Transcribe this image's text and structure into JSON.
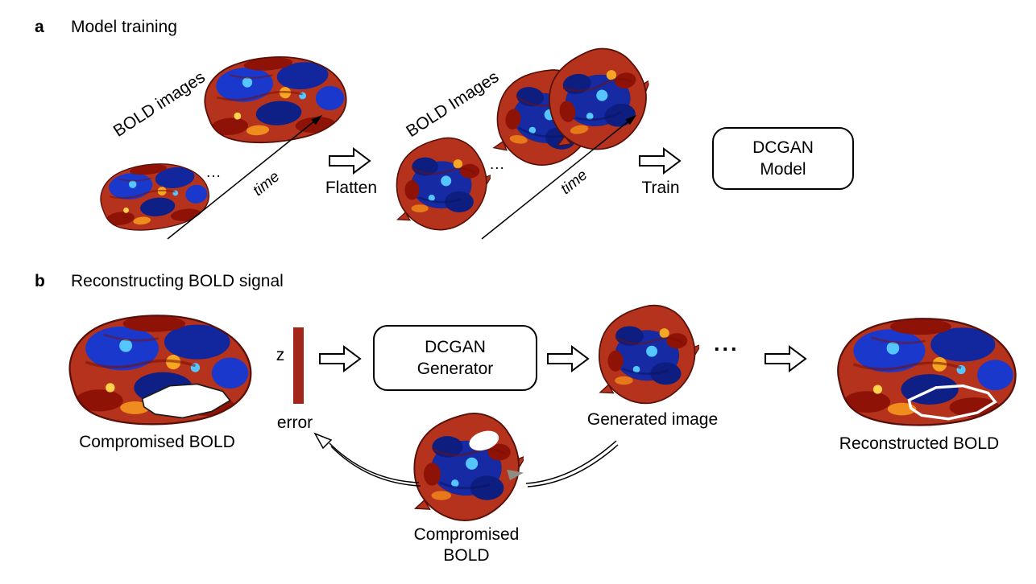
{
  "colors": {
    "z_bar": "#A3261A",
    "background": "#ffffff",
    "brain_red": "#b5331d",
    "brain_blue": "#16:2fb5"
  },
  "panel_a": {
    "label": "a",
    "title": "Model training",
    "bold_images_label": "BOLD images",
    "ellipsis_1": "...",
    "time_label_1": "time",
    "flatten_arrow_label": "Flatten",
    "flat_bold_images_label": "BOLD Images",
    "ellipsis_2": "...",
    "time_label_2": "time",
    "train_arrow_label": "Train",
    "dcgan_model_box": [
      "DCGAN",
      "Model"
    ]
  },
  "panel_b": {
    "label": "b",
    "title": "Reconstructing BOLD signal",
    "compromised_caption": "Compromised BOLD",
    "z_label": "z",
    "error_label": "error",
    "dcgan_generator_box": [
      "DCGAN",
      "Generator"
    ],
    "generated_caption": "Generated image",
    "ellipsis": "...",
    "reconstructed_caption": "Reconstructed BOLD",
    "compromised_flat_caption": [
      "Compromised",
      "BOLD"
    ]
  }
}
